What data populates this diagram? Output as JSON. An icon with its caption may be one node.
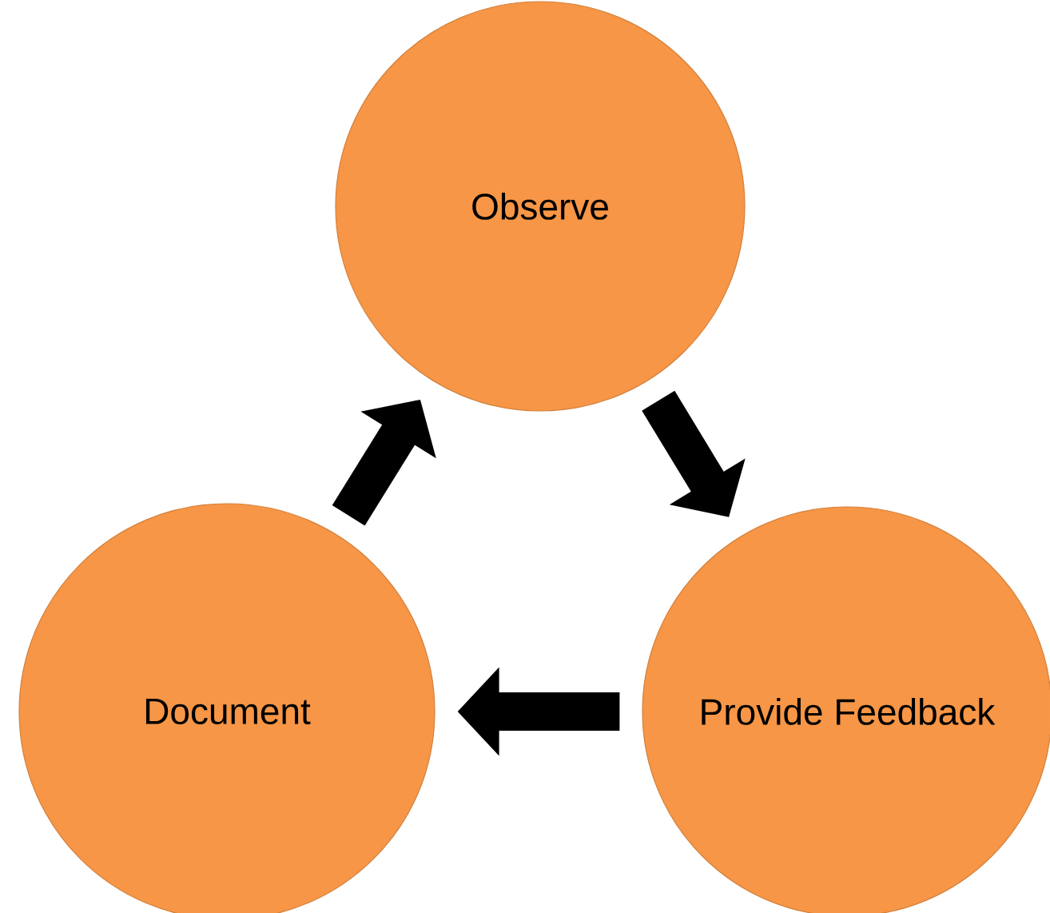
{
  "diagram": {
    "nodes": [
      {
        "text": [
          "Observe"
        ]
      },
      {
        "text": [
          "Document"
        ]
      },
      {
        "text": [
          "Provide Feedback"
        ]
      }
    ],
    "edges": [
      {
        "from": 0,
        "to": 2,
        "arrow": "to"
      },
      {
        "from": 2,
        "to": 1,
        "arrow": "to"
      },
      {
        "from": 1,
        "to": 0,
        "arrow": "to"
      }
    ]
  }
}
